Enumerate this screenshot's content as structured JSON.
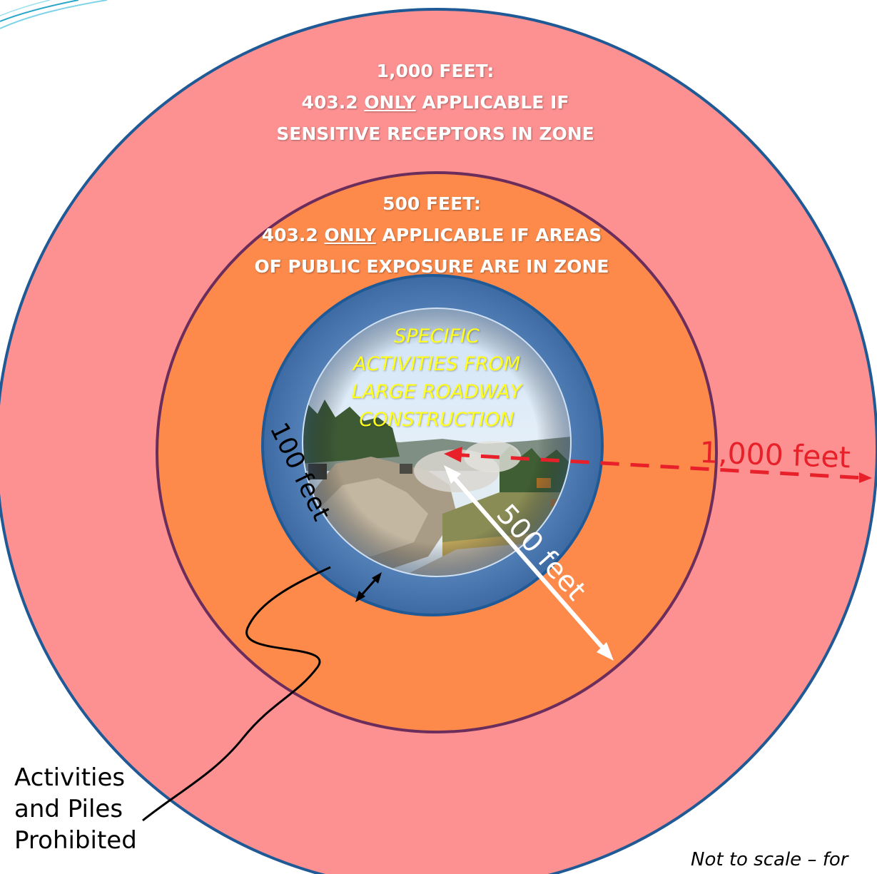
{
  "zones": {
    "outer": {
      "line1": "1,000 FEET:",
      "line2_pre": "403.2 ",
      "line2_underline": "ONLY",
      "line2_post": " APPLICABLE IF",
      "line3": "SENSITIVE RECEPTORS IN ZONE"
    },
    "middle": {
      "line1": "500 FEET:",
      "line2_pre": "403.2 ",
      "line2_underline": "ONLY",
      "line2_post": " APPLICABLE IF AREAS",
      "line3": "OF PUBLIC EXPOSURE ARE IN ZONE"
    },
    "core": {
      "lines": [
        "SPECIFIC",
        "ACTIVITIES FROM",
        "LARGE ROADWAY",
        "CONSTRUCTION"
      ]
    }
  },
  "dimensions": {
    "d100": "100 feet",
    "d500": "500 feet",
    "d1000": "1,000 feet"
  },
  "callout": {
    "lines": [
      "Activities",
      "and Piles",
      "Prohibited"
    ]
  },
  "footnote": "Not to scale – for",
  "colors": {
    "outer_fill": "#fd9191",
    "outer_stroke": "#1f5a96",
    "middle_fill": "#fd8a4b",
    "middle_stroke": "#6b2d5c",
    "buffer_fill": "#5a86be",
    "buffer_stroke": "#1f5a96",
    "accent_red": "#e8202a",
    "core_text": "#ffff1a"
  }
}
